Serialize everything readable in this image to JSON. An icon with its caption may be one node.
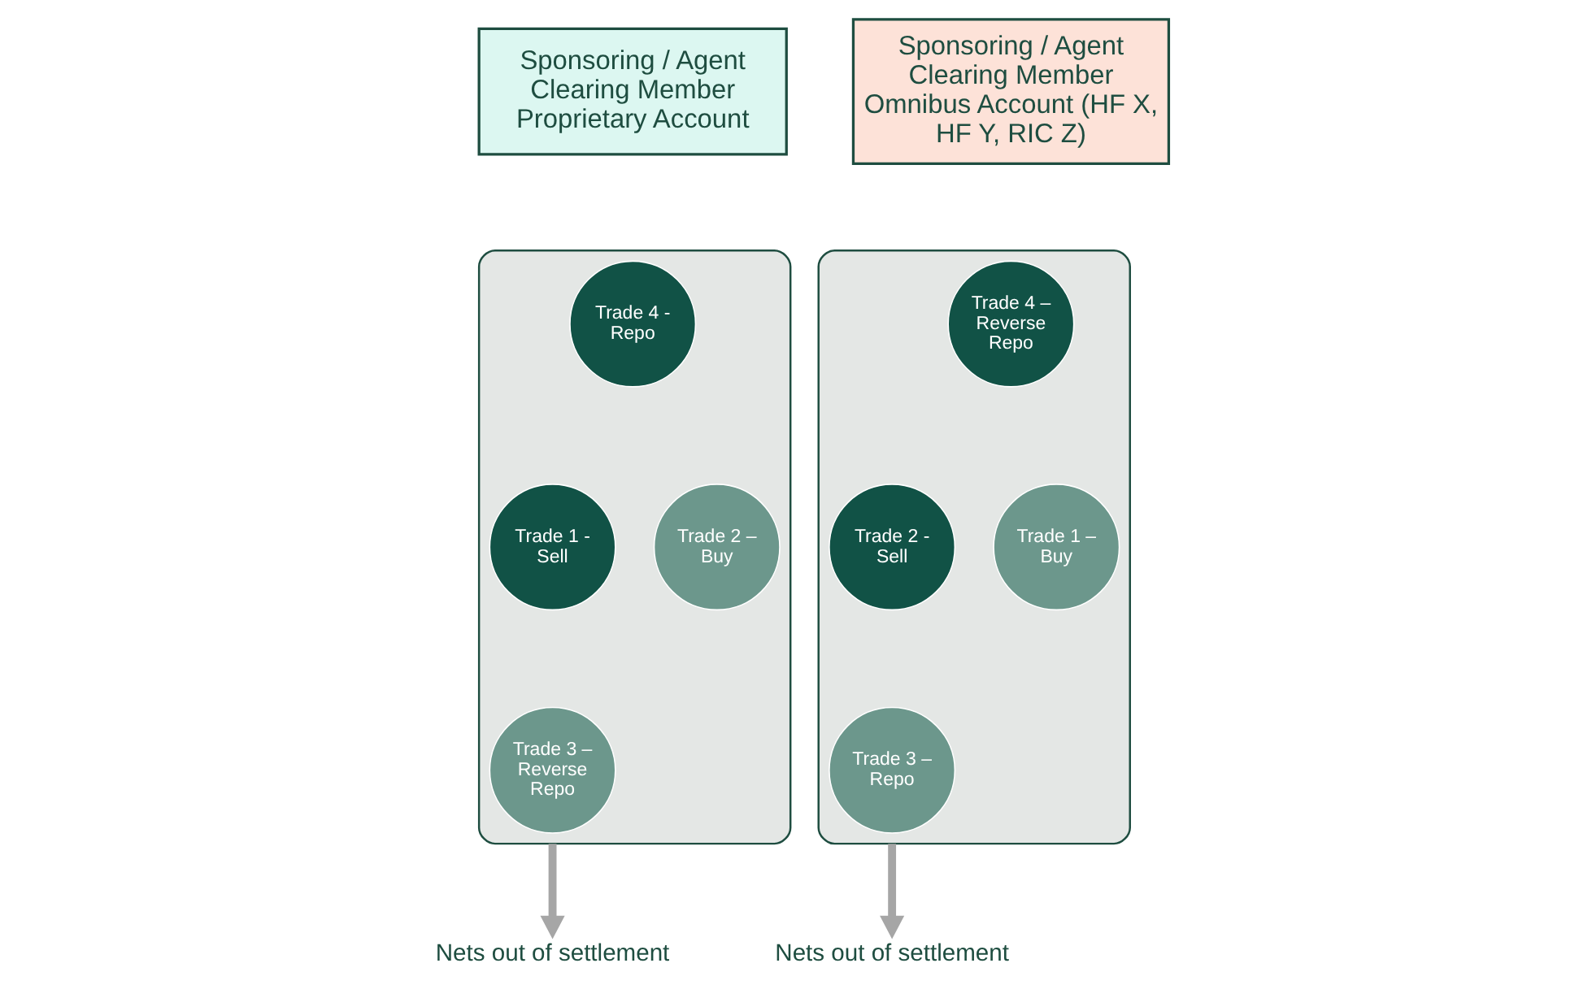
{
  "diagram": {
    "nodes": [
      {
        "text": [
          "Sponsoring / Agent Clearing Member Proprietary Account"
        ]
      },
      {
        "text": [],
        "shape": "funnel"
      },
      {
        "text": [
          "Trade 4 - Repo"
        ],
        "in": 1
      },
      {
        "text": [
          "Trade 1 - Sell"
        ],
        "in": 1
      },
      {
        "text": [
          "Trade 2 – Buy"
        ],
        "in": 1
      },
      {
        "text": [
          "Trade 3 – Reverse Repo"
        ],
        "in": 1
      },
      {
        "text": [
          "Nets out of settlement"
        ]
      },
      {
        "text": [
          "Sponsoring / Agent Clearing Member Omnibus Account (HF X, HF Y, RIC Z)"
        ]
      },
      {
        "text": [],
        "shape": "funnel"
      },
      {
        "text": [
          "Trade 4 – Reverse Repo"
        ],
        "in": 8
      },
      {
        "text": [
          "Trade 2 - Sell"
        ],
        "in": 8
      },
      {
        "text": [
          "Trade 1 – Buy"
        ],
        "in": 8
      },
      {
        "text": [
          "Trade 3 – Repo"
        ],
        "in": 8
      },
      {
        "text": [
          "Nets out of settlement"
        ]
      }
    ],
    "edges": [
      {
        "from": 1,
        "to": 6,
        "arrow": "to"
      },
      {
        "from": 8,
        "to": 13,
        "arrow": "to"
      }
    ]
  }
}
